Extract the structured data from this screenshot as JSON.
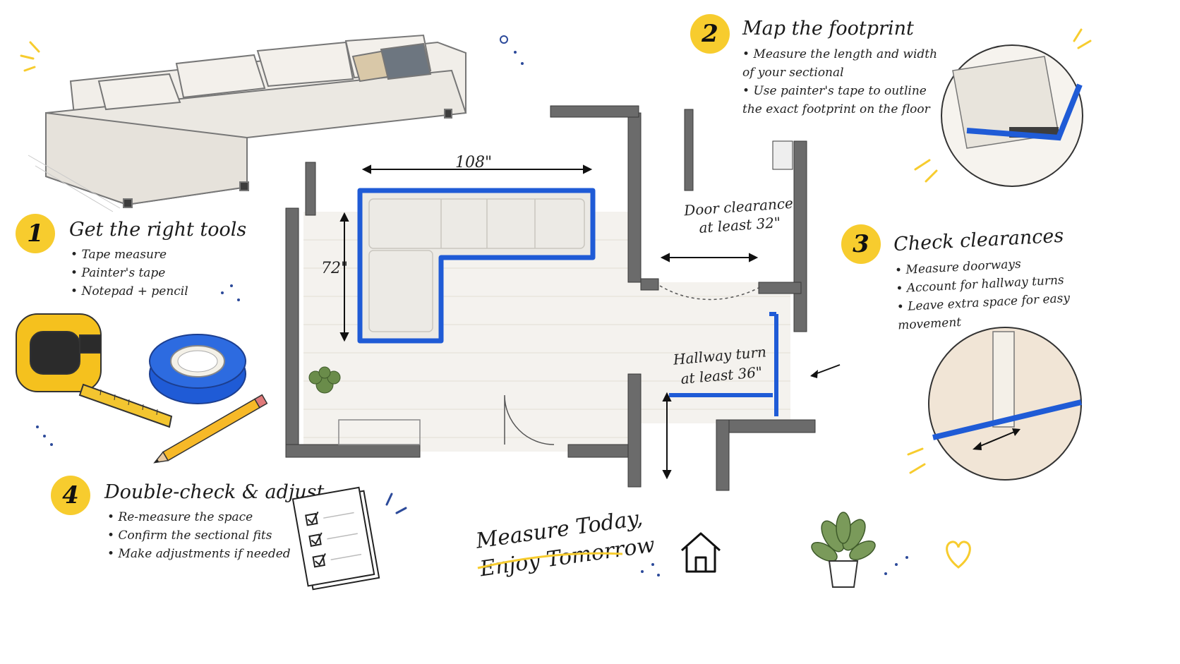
{
  "steps": [
    {
      "number": "1",
      "title": "Get the right tools",
      "items": [
        "Tape measure",
        "Painter's tape",
        "Notepad + pencil"
      ]
    },
    {
      "number": "2",
      "title": "Map the footprint",
      "items": [
        "Measure the length and width of your sectional",
        "Use painter's tape to outline the exact footprint on the floor"
      ]
    },
    {
      "number": "3",
      "title": "Check clearances",
      "items": [
        "Measure doorways",
        "Account for hallway turns",
        "Leave extra space for easy movement"
      ]
    },
    {
      "number": "4",
      "title": "Double-check & adjust",
      "items": [
        "Re-measure the space",
        "Confirm the sectional fits",
        "Make adjustments if needed"
      ]
    }
  ],
  "floorplan": {
    "width_label": "108\"",
    "depth_label": "72\"",
    "door_label": [
      "Door clearance",
      "at least 32\""
    ],
    "hallway_label": [
      "Hallway turn",
      "at least 36\""
    ]
  },
  "tagline": [
    "Measure Today,",
    "Enjoy Tomorrow"
  ],
  "colors": {
    "tape_blue": "#1f5bd6",
    "accent_yellow": "#f7cc2e",
    "wall_gray": "#6b6b6b"
  },
  "icons": [
    "sectional-sofa-illustration",
    "tape-measure-icon",
    "painters-tape-icon",
    "pencil-icon",
    "checklist-icon",
    "house-icon",
    "potted-plant-icon",
    "heart-icon",
    "arrow-icon"
  ]
}
